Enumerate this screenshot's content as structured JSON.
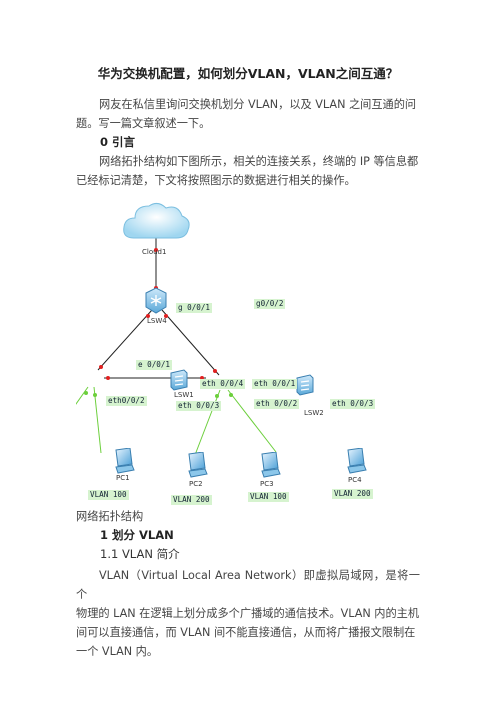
{
  "doc": {
    "title": "华为交换机配置，如何划分VLAN，VLAN之间互通？",
    "intro_line1": "网友在私信里询问交换机划分 VLAN，以及 VLAN 之间互通的问",
    "intro_line2": "题。写一篇文章叙述一下。",
    "section0": "0 引言",
    "p2_line1": "网络拓扑结构如下图所示，相关的连接关系，终端的 IP 等信息都",
    "p2_line2": "已经标记清楚，下文将按照图示的数据进行相关的操作。",
    "figure_caption": "网络拓扑结构",
    "section1": "1 划分 VLAN",
    "sub11": "1.1 VLAN 简介",
    "p3_line1": "VLAN（Virtual Local Area Network）即虚拟局域网，是将一个",
    "p3_line2": "物理的 LAN 在逻辑上划分成多个广播域的通信技术。VLAN 内的主机",
    "p3_line3": "间可以直接通信，而 VLAN 间不能直接通信，从而将广播报文限制在",
    "p3_line4": "一个 VLAN 内。"
  },
  "topology": {
    "devices": {
      "cloud": "Cloud1",
      "core": "LSW4",
      "sw1": "LSW1",
      "sw2": "LSW2",
      "pc1": "PC1",
      "pc2": "PC2",
      "pc3": "PC3",
      "pc4": "PC4"
    },
    "ports": {
      "core_left": "g 0/0/1",
      "core_right": "g0/0/2",
      "sw1_up": "e 0/0/1",
      "sw1_right": "eth 0/0/4",
      "sw1_left": "eth0/0/2",
      "sw1_down": "eth 0/0/3",
      "sw2_up": "eth 0/0/1",
      "sw2_left": "eth 0/0/2",
      "sw2_right": "eth 0/0/3"
    },
    "vlans": {
      "pc1": "VLAN 100",
      "pc2": "VLAN 200",
      "pc3": "VLAN 100",
      "pc4": "VLAN 200"
    },
    "colors": {
      "link_core": "#222222",
      "link_access": "#6ccf3c",
      "port_dot": "#e02020",
      "label_bg": "#d6f3cf"
    }
  }
}
